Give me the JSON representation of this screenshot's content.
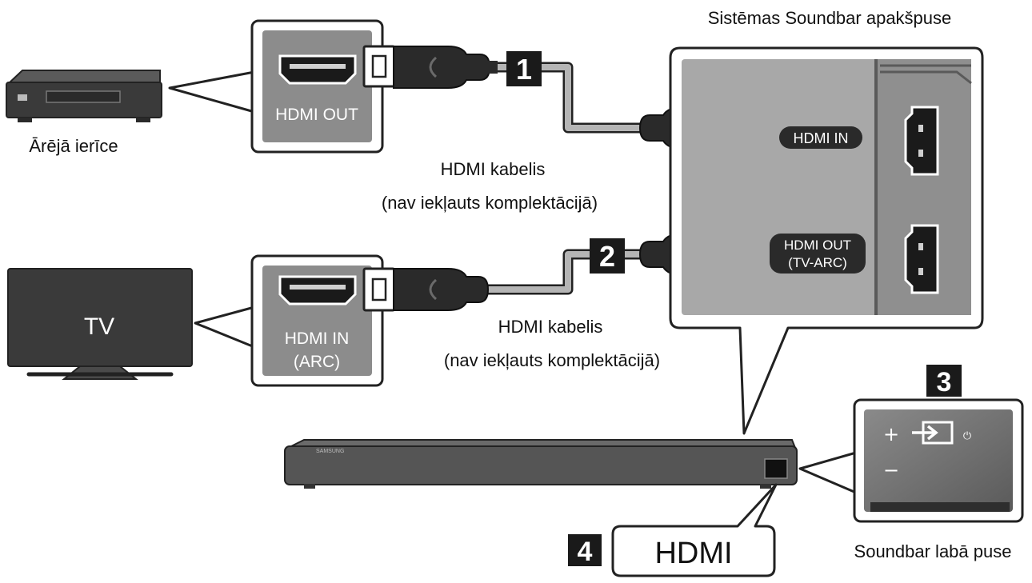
{
  "title": "Sistēmas Soundbar apakšpuse",
  "external_device": {
    "label": "Ārējā ierīce"
  },
  "tv": {
    "screen_text": "TV"
  },
  "connections": [
    {
      "number": "1",
      "source_port": "HDMI OUT",
      "target_port": "HDMI IN",
      "cable_label": "HDMI kabelis",
      "cable_note": "(nav iekļauts komplektācijā)"
    },
    {
      "number": "2",
      "source_port_line1": "HDMI IN",
      "source_port_line2": "(ARC)",
      "target_port_line1": "HDMI OUT",
      "target_port_line2": "(TV-ARC)",
      "cable_label": "HDMI kabelis",
      "cable_note": "(nav iekļauts komplektācijā)"
    }
  ],
  "soundbar": {
    "brand": "SAMSUNG"
  },
  "callout_3": {
    "number": "3",
    "label": "Soundbar labā puse",
    "plus": "+",
    "minus": "−",
    "power": "⏻"
  },
  "callout_4": {
    "number": "4",
    "label": "HDMI"
  },
  "colors": {
    "badge": "#1a1a1a",
    "port_panel": "#8c8c8c",
    "device": "#3a3a3a",
    "cable": "#b5b5b5"
  }
}
